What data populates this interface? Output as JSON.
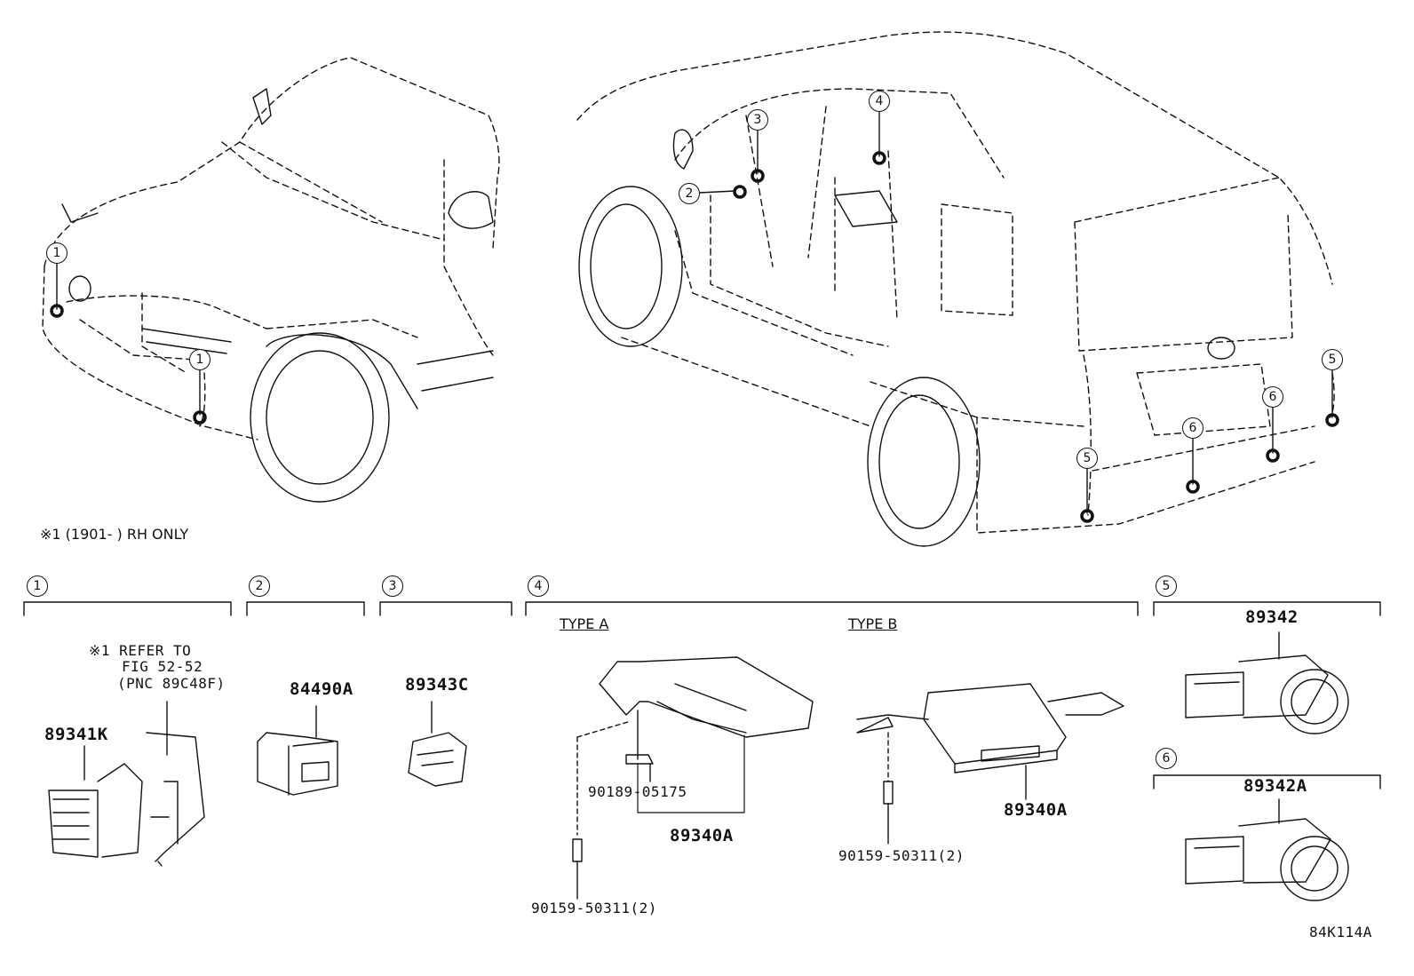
{
  "note_rh_only": "※1 (1901-      ) RH ONLY",
  "refer_note": {
    "line1": "※1 REFER TO",
    "line2": "FIG 52-52",
    "line3": "(PNC 89C48F)"
  },
  "callouts": [
    "1",
    "2",
    "3",
    "4",
    "5",
    "6"
  ],
  "group_headers": [
    "1",
    "2",
    "3",
    "4",
    "5",
    "6"
  ],
  "type_a": "TYPE A",
  "type_b": "TYPE B",
  "parts": {
    "p1": "89341K",
    "p2": "84490A",
    "p3": "89343C",
    "p4a_module": "89340A",
    "p4a_nut": "90189-05175",
    "p4a_bolt": "90159-50311(2)",
    "p4b_module": "89340A",
    "p4b_bolt": "90159-50311(2)",
    "p5": "89342",
    "p6": "89342A"
  },
  "diagram_id": "84K114A",
  "colors": {
    "line": "#111111",
    "background": "#ffffff"
  }
}
